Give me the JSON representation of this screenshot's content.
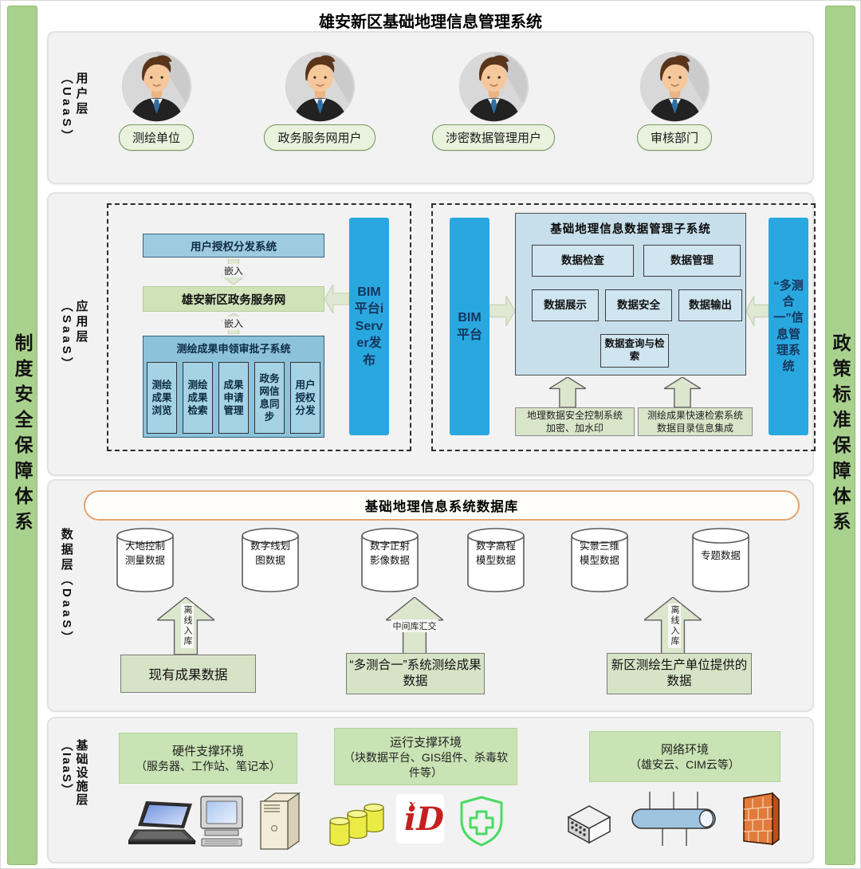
{
  "title": "雄安新区基础地理信息管理系统",
  "side_bars": {
    "left": "制度安全保障体系",
    "right": "政策标准保障体系"
  },
  "layers": {
    "user": {
      "name": "用户层",
      "paren": "（UaaS）"
    },
    "app": {
      "name": "应用层",
      "paren": "（SaaS）"
    },
    "data": {
      "name": "数据层",
      "paren": "（DaaS）"
    },
    "infra": {
      "name": "基础设施层",
      "paren": "（IaaS）"
    }
  },
  "user_layer": {
    "users": [
      "测绘单位",
      "政务服务网用户",
      "涉密数据管理用户",
      "审核部门"
    ]
  },
  "app_layer": {
    "left": {
      "auth_system": "用户授权分发系统",
      "embed_label": "嵌入",
      "gov_portal": "雄安新区政务服务网",
      "approval": {
        "title": "测绘成果申领审批子系统",
        "items": [
          "测绘成果浏览",
          "测绘成果检索",
          "成果申请管理",
          "政务网信息同步",
          "用户授权分发"
        ]
      },
      "bim_bar": "BIM平台iServer发布"
    },
    "right": {
      "bim_bar": "BIM平台",
      "system": {
        "title": "基础地理信息数据管理子系统",
        "row1": [
          "数据检查",
          "数据管理"
        ],
        "row2": [
          "数据展示",
          "数据安全",
          "数据输出"
        ],
        "row3": [
          "数据查询与检索"
        ]
      },
      "multi_bar": "“多测合一”信息管理系统",
      "security": {
        "line1": "地理数据安全控制系统",
        "line2": "加密、加水印"
      },
      "retrieval": {
        "line1": "测绘成果快速检索系统",
        "line2": "数据目录信息集成"
      }
    }
  },
  "data_layer": {
    "db_title": "基础地理信息系统数据库",
    "cylinders": [
      "大地控制测量数据",
      "数字线划图数据",
      "数字正射影像数据",
      "数字高程模型数据",
      "实景三维模型数据",
      "专题数据"
    ],
    "flows": [
      {
        "label": "离线入库",
        "source": "现有成果数据"
      },
      {
        "label": "中间库汇交",
        "source": "“多测合一”系统测绘成果数据"
      },
      {
        "label": "离线入库",
        "source": "新区测绘生产单位提供的数据"
      }
    ]
  },
  "infra_layer": {
    "environments": [
      {
        "title": "硬件支撑环境",
        "detail": "（服务器、工作站、笔记本）"
      },
      {
        "title": "运行支撑环境",
        "detail": "（块数据平台、GIS组件、杀毒软件等）"
      },
      {
        "title": "网络环境",
        "detail": "（雄安云、CIM云等）"
      }
    ],
    "icons": [
      "laptop",
      "desktop-computer",
      "server-tower",
      "database-cylinders",
      "id-software-logo",
      "antivirus-shield",
      "network-switch",
      "network-bus-cylinder",
      "firewall"
    ],
    "user_icon": "business-man-avatar"
  },
  "colors": {
    "accent_blue": "#29a8e0",
    "light_blue_panel": "#c6dfeb",
    "blue_box": "#9fcbe1",
    "side_green": "#a9d18e",
    "box_green": "#c9e3b4",
    "arrow_green": "#dce6cd",
    "db_border_orange": "#e2a471"
  }
}
